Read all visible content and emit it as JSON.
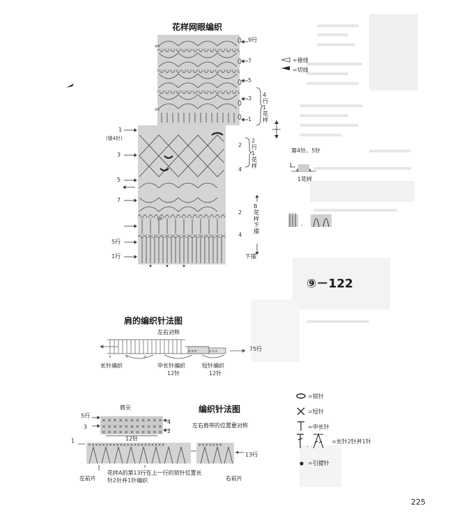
{
  "top_chart": {
    "title": "花样网眼编织",
    "right_rows": [
      "9行",
      "7",
      "5",
      "3",
      "1"
    ],
    "legend_join": "=接线",
    "legend_cut": "=切线",
    "repeat_rows": "4行1花样",
    "repeat_rows_lower": "2行1花样",
    "left_row_1": "1",
    "left_chain": "(锁4针)",
    "left_rows": [
      "3",
      "5",
      "7"
    ],
    "left_rows_bottom": [
      "5行",
      "1行"
    ],
    "right_rows_lower": [
      "2",
      "4",
      "2",
      "4"
    ],
    "pattern_b": "B花样下摆",
    "hem": "下摆"
  },
  "side_notes": {
    "stitch_count": "第4针、5针",
    "one_repeat": "1花样"
  },
  "figure_label": "⑨－122",
  "shoulder": {
    "title": "肩的编织针法图",
    "symmetric": "左右对称",
    "row": "75行",
    "dc": "长针编织",
    "hdc": "中长针编织",
    "hdc_count": "12针",
    "sc": "短针编织",
    "sc_count": "12针"
  },
  "knit": {
    "title": "编织针法图",
    "note": "左右肩带的位置要对称",
    "top": "肩尖",
    "rows_top": [
      "5行",
      "3"
    ],
    "rows_right_top": [
      "4",
      "2"
    ],
    "width": "12针",
    "row_1": "1",
    "row_13": "13行",
    "left_front": "左前片",
    "right_front": "右前片",
    "note_a": "花样A的第13行在上一行的锁针位置长",
    "note_b": "针2针并1针编织"
  },
  "legend": [
    {
      "symbol": "chain",
      "text": "=锁针"
    },
    {
      "symbol": "sc",
      "text": "=短针"
    },
    {
      "symbol": "hdc",
      "text": "=中长针"
    },
    {
      "symbol": "dc2tog",
      "text": "=长针2针并1针"
    },
    {
      "symbol": "slip",
      "text": "=引拔针"
    }
  ],
  "page_number": "225"
}
